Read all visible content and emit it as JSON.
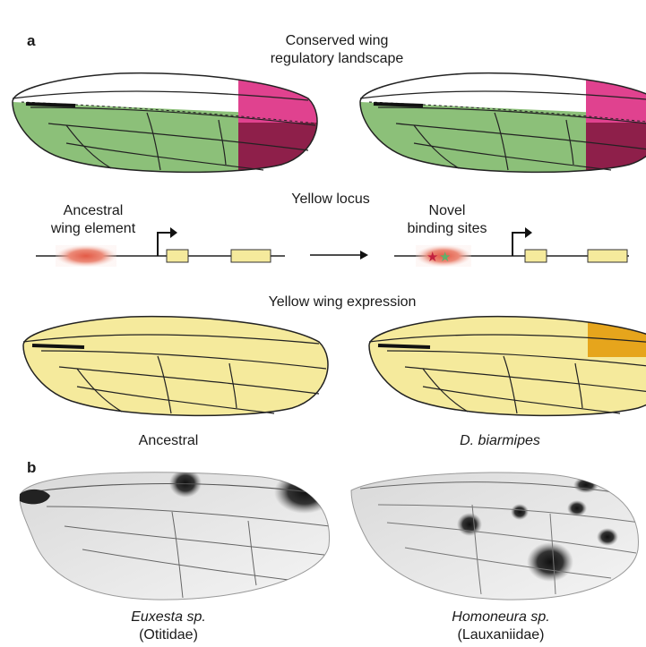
{
  "panel_a": {
    "letter": "a",
    "top_title_line1": "Conserved wing",
    "top_title_line2": "regulatory landscape",
    "locus_title": "Yellow locus",
    "left_element_line1": "Ancestral",
    "left_element_line2": "wing element",
    "right_element_line1": "Novel",
    "right_element_line2": "binding sites",
    "expression_title": "Yellow wing expression",
    "left_caption": "Ancestral",
    "right_caption": "D. biarmipes"
  },
  "panel_b": {
    "letter": "b",
    "left_species": "Euxesta sp.",
    "left_family": "(Otitidae)",
    "right_species": "Homoneura sp.",
    "right_family": "(Lauxaniidae)"
  },
  "colors": {
    "green": "#8cc079",
    "magenta": "#e0428f",
    "dark_magenta": "#8e1f4a",
    "yellow": "#f5ea9c",
    "orange": "#e6a51c",
    "element_red": "#e35a46"
  }
}
